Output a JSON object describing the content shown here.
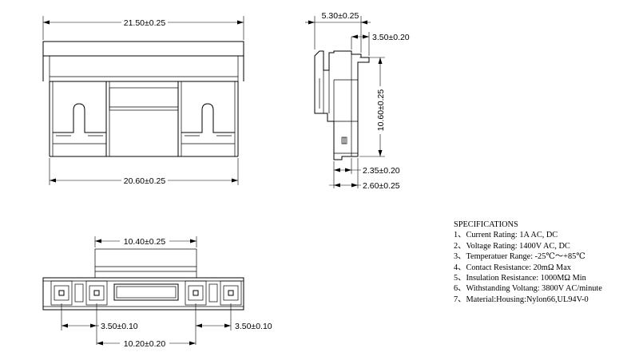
{
  "dimensions": {
    "front_top_width": "21.50±0.25",
    "front_bottom_width": "20.60±0.25",
    "side_top_width": "5.30±0.25",
    "side_inner_width": "3.50±0.20",
    "side_height": "10.60±0.25",
    "side_pin_width": "2.35±0.20",
    "side_base_width": "2.60±0.25",
    "bottom_top_width": "10.40±0.25",
    "bottom_pitch_left": "3.50±0.10",
    "bottom_pitch_right": "3.50±0.10",
    "bottom_width": "10.20±0.20"
  },
  "specs": {
    "title": "SPECIFICATIONS",
    "items": [
      "1、Current Rating: 1A AC, DC",
      "2、Voltage Rating: 1400V AC, DC",
      "3、Temperatuer Range: -25℃～+85℃",
      "4、Contact Resistance: 20mΩ Max",
      "5、Insulation Resistance: 1000MΩ Min",
      "6、Withstanding Voltang: 3800V AC/minute",
      "7、Material:Housing:Nylon66,UL94V-0"
    ]
  }
}
